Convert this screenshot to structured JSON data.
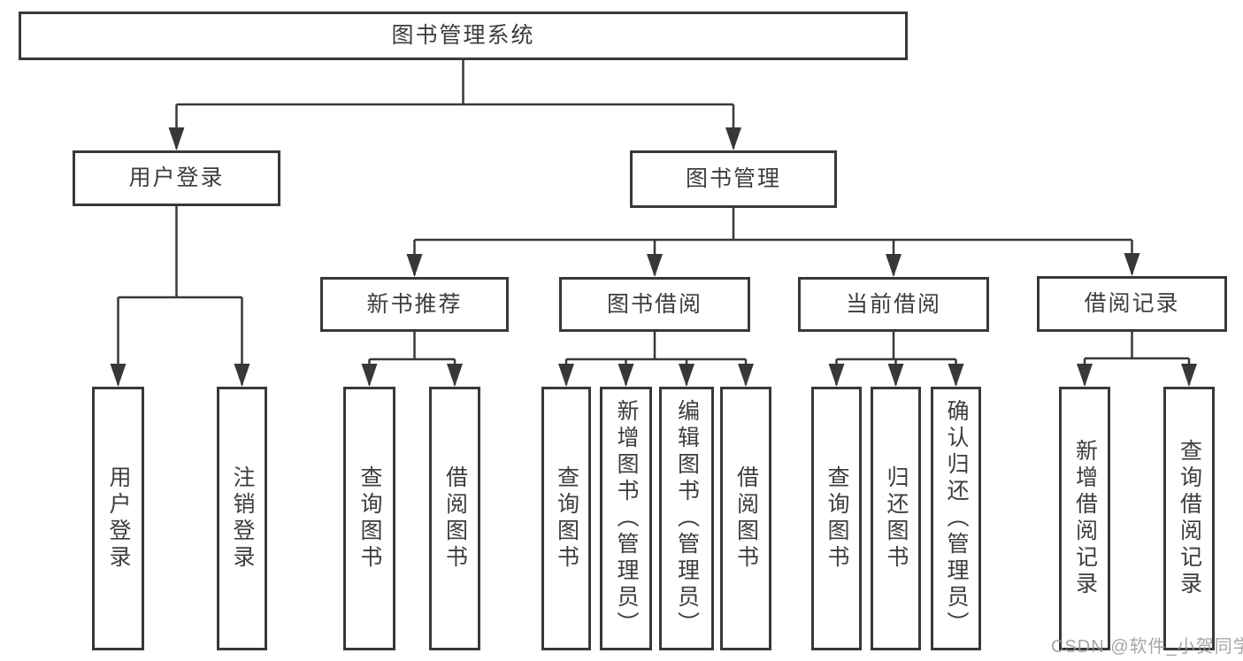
{
  "diagram": {
    "root": {
      "label": "图书管理系统"
    },
    "groups": [
      {
        "label": "用户登录",
        "children": [
          {
            "label": "用户登录"
          },
          {
            "label": "注销登录"
          }
        ]
      },
      {
        "label": "图书管理",
        "sections": [
          {
            "label": "新书推荐",
            "children": [
              {
                "label": "查询图书"
              },
              {
                "label": "借阅图书"
              }
            ]
          },
          {
            "label": "图书借阅",
            "children": [
              {
                "label": "查询图书"
              },
              {
                "label": "新增图书（管理员）"
              },
              {
                "label": "编辑图书（管理员）"
              },
              {
                "label": "借阅图书"
              }
            ]
          },
          {
            "label": "当前借阅",
            "children": [
              {
                "label": "查询图书"
              },
              {
                "label": "归还图书"
              },
              {
                "label": "确认归还（管理员）"
              }
            ]
          },
          {
            "label": "借阅记录",
            "children": [
              {
                "label": "新增借阅记录"
              },
              {
                "label": "查询借阅记录"
              }
            ]
          }
        ]
      }
    ]
  },
  "watermark": {
    "text": "CSDN @软件_小贺同学"
  },
  "colors": {
    "line": "#383838",
    "text": "#3d3d3d",
    "background": "#ffffff",
    "watermark": "#969696"
  }
}
